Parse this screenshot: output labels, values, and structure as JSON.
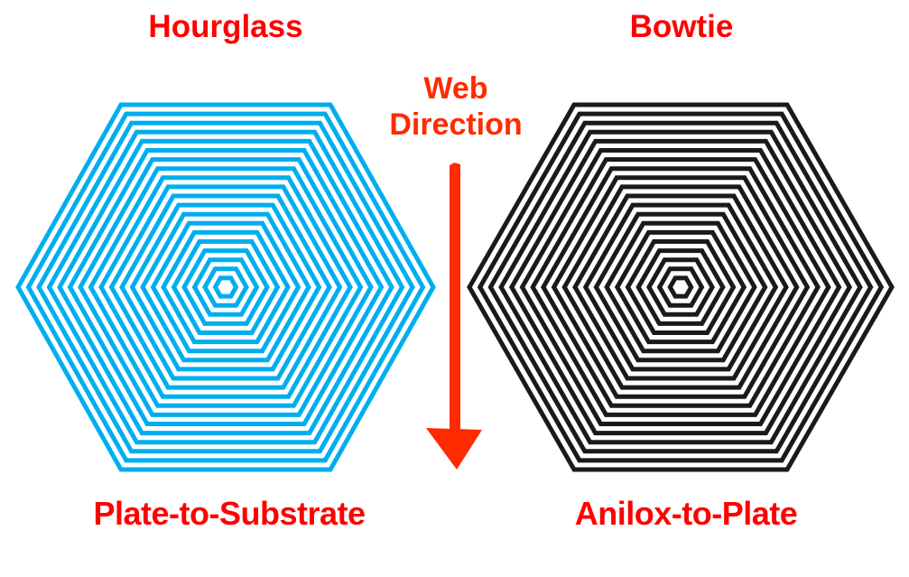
{
  "diagram": {
    "left": {
      "title": "Hourglass",
      "caption": "Plate-to-Substrate",
      "pattern": "concentric-hexagons",
      "stroke_color": "#00aeef",
      "rings": 20
    },
    "right": {
      "title": "Bowtie",
      "caption": "Anilox-to-Plate",
      "pattern": "concentric-hexagons",
      "stroke_color": "#1a1a1a",
      "rings": 20
    },
    "arrow": {
      "label_line1": "Web",
      "label_line2": "Direction",
      "direction": "down",
      "color": "#ff2a00",
      "icon": "down-arrow-icon"
    }
  }
}
